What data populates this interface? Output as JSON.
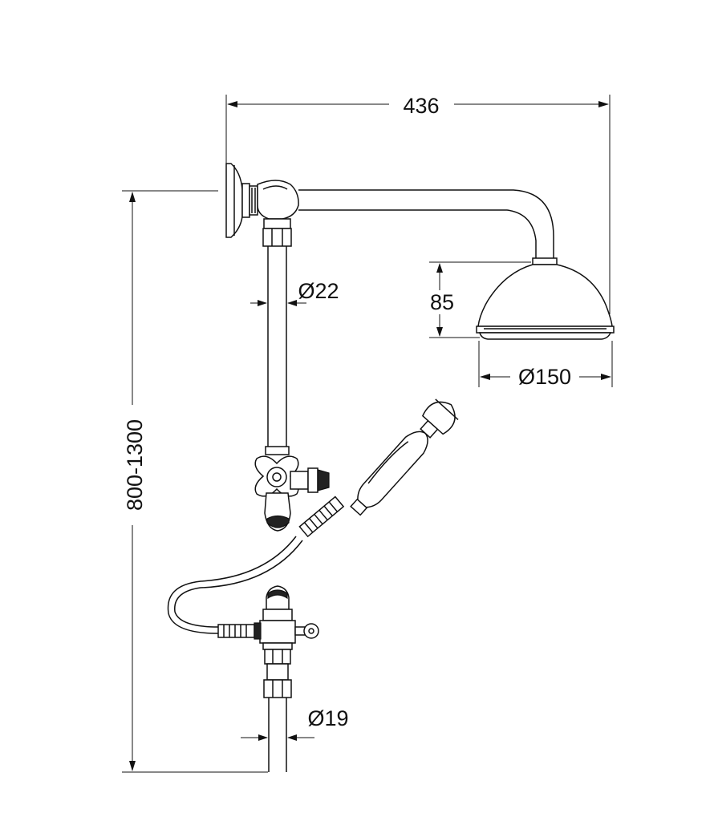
{
  "dimensions": {
    "overall_width": "436",
    "height_range": "800-1300",
    "pipe_upper_diameter": "Ø22",
    "head_height": "85",
    "head_diameter": "Ø150",
    "pipe_lower_diameter": "Ø19"
  },
  "colors": {
    "line": "#111111",
    "background": "#ffffff"
  }
}
